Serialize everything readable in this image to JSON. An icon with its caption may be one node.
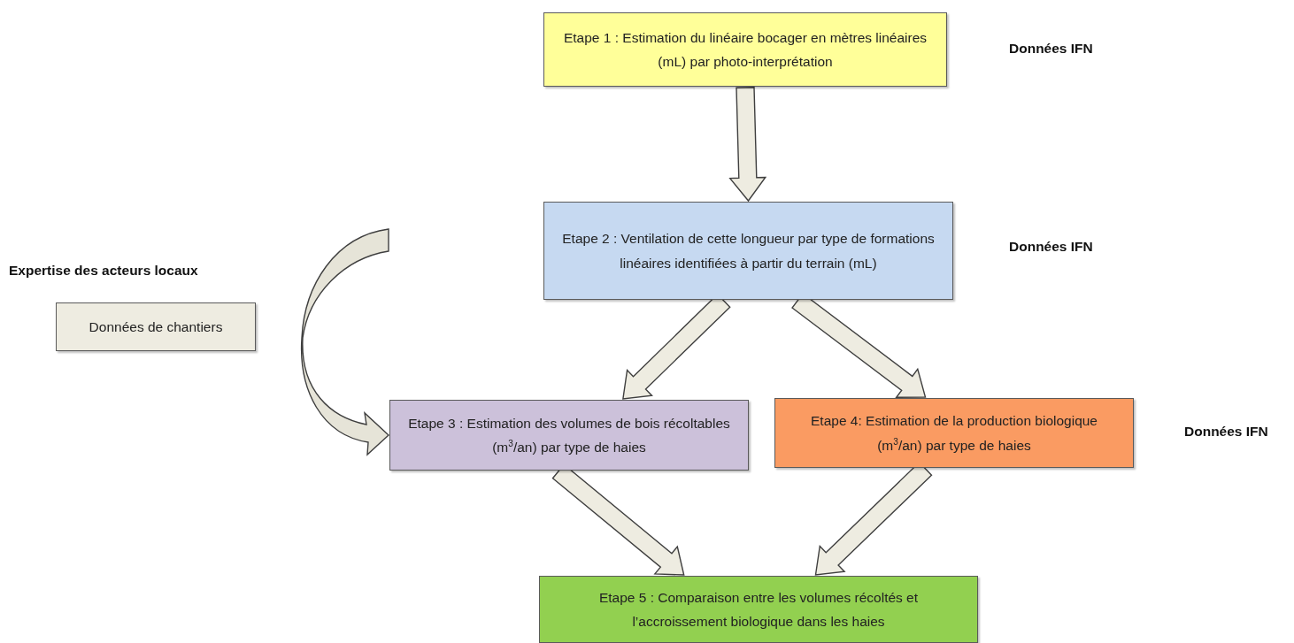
{
  "diagram": {
    "nodes": [
      {
        "text": [
          "Etape 1 : Estimation du linéaire bocager en mètres linéaires (mL) par photo-interprétation"
        ]
      },
      {
        "text": [
          "Etape 2 : Ventilation de cette longueur par type de formations linéaires identifiées à partir du terrain (mL)"
        ]
      },
      {
        "text": [
          "Données de chantiers"
        ]
      },
      {
        "text": [
          "Etape 3 : Estimation des volumes de bois récoltables (m$^{3}$/an) par type de haies"
        ]
      },
      {
        "text": [
          "Etape 4: Estimation de la production biologique (m$^{3}$/an) par type de haies"
        ]
      },
      {
        "text": [
          "Etape 5 : Comparaison entre les volumes récoltés et l’accroissement biologique dans les haies"
        ]
      }
    ],
    "edges": [
      {
        "from": 0,
        "to": 1,
        "arrow": "to"
      },
      {
        "from": 1,
        "to": 3,
        "arrow": "to"
      },
      {
        "from": 1,
        "to": 4,
        "arrow": "to"
      },
      {
        "from": 3,
        "to": 5,
        "arrow": "to"
      },
      {
        "from": 4,
        "to": 5,
        "arrow": "to"
      },
      {
        "from": null,
        "to": 3,
        "arrow": "to"
      }
    ],
    "labels": [
      "Données IFN",
      "Données IFN",
      "Expertise des acteurs locaux",
      "Données IFN"
    ]
  }
}
